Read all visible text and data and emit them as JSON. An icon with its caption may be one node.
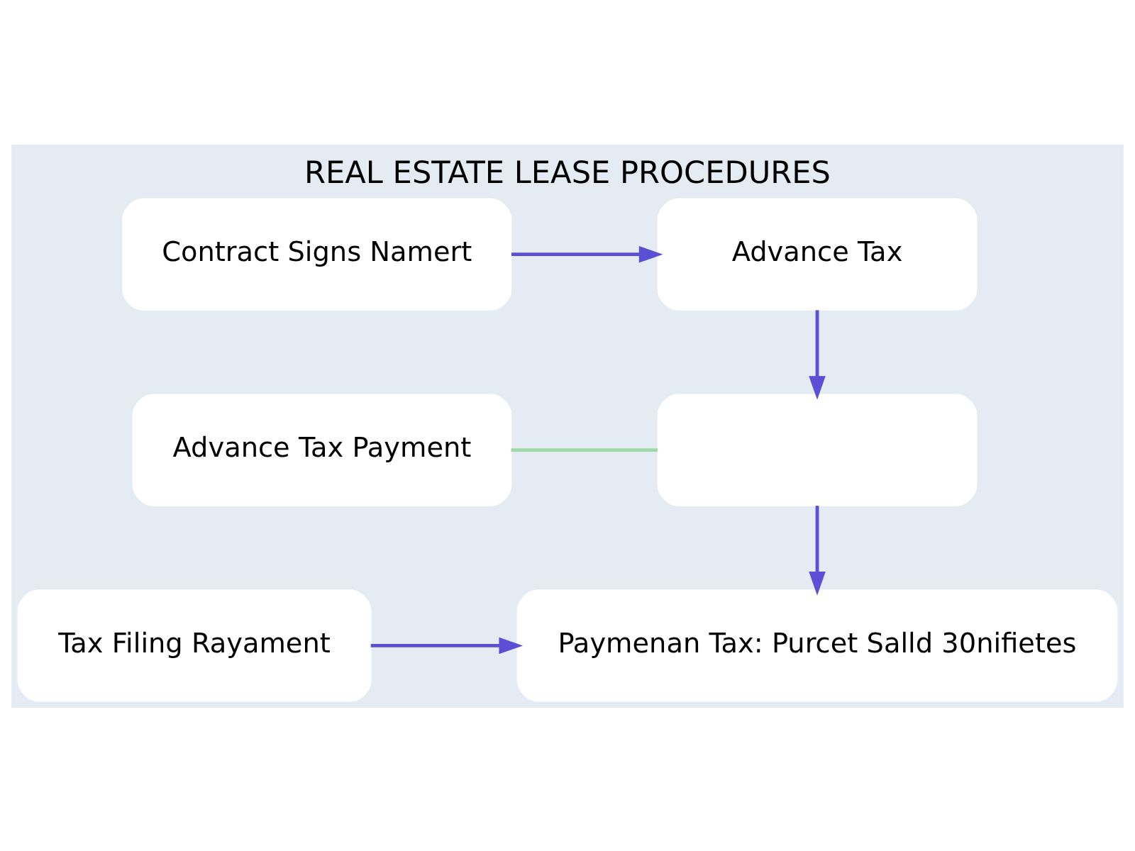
{
  "diagram": {
    "title": "REAL ESTATE LEASE PROCEDURES",
    "nodes": [
      {
        "text": [
          "Contract Signs Namert"
        ]
      },
      {
        "text": [
          "Advance Tax"
        ]
      },
      {
        "text": [
          "Advance Tax Payment"
        ]
      },
      {
        "text": [],
        "shape": "box"
      },
      {
        "text": [
          "Tax Filing Rayament"
        ]
      },
      {
        "text": [
          "Paymenan Tax: Purcet Salld 30nifietes"
        ]
      }
    ],
    "edges": [
      {
        "from": 0,
        "to": 1,
        "arrow": "to"
      },
      {
        "from": 1,
        "to": 3,
        "arrow": "to"
      },
      {
        "from": 2,
        "to": 3,
        "arrow": "none",
        "color": "#9ed9a8"
      },
      {
        "from": 3,
        "to": 5,
        "arrow": "to"
      },
      {
        "from": 4,
        "to": 5,
        "arrow": "to"
      }
    ]
  }
}
